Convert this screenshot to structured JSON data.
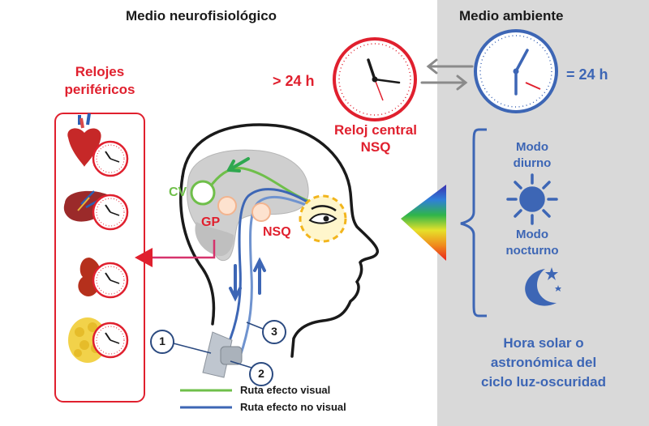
{
  "titles": {
    "left": "Medio neurofisiológico",
    "right": "Medio ambiente"
  },
  "peripheral": {
    "line1": "Relojes",
    "line2": "periféricos",
    "organs": [
      "heart-icon",
      "liver-icon",
      "kidney-icon",
      "fat-tissue-icon"
    ]
  },
  "central_clock": {
    "period": "> 24 h",
    "label_line1": "Reloj central",
    "label_line2": "NSQ"
  },
  "env_clock": {
    "period": "= 24 h"
  },
  "brain_labels": {
    "cv": "CV",
    "gp": "GP",
    "nsq": "NSQ"
  },
  "markers": [
    "1",
    "2",
    "3"
  ],
  "modes": {
    "day_line1": "Modo",
    "day_line2": "diurno",
    "night_line1": "Modo",
    "night_line2": "nocturno"
  },
  "solar": {
    "line1": "Hora solar o",
    "line2": "astronómica del",
    "line3": "ciclo luz-oscuridad"
  },
  "legend": {
    "visual": "Ruta efecto visual",
    "non_visual": "Ruta efecto no visual"
  },
  "colors": {
    "red": "#e0202e",
    "blue": "#3d66b5",
    "green": "#6fbf4a",
    "magenta": "#d6336c",
    "panel": "#d9d9d9"
  }
}
